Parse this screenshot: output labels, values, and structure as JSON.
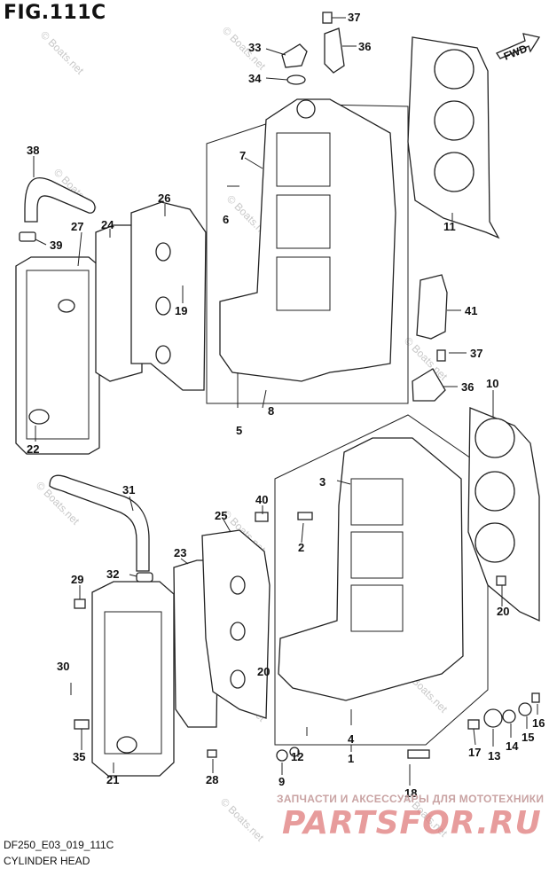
{
  "figure": {
    "title": "FIG.111C"
  },
  "footer": {
    "code": "DF250_E03_019_111C",
    "title": "CYLINDER HEAD"
  },
  "orientation": {
    "label": "FWD"
  },
  "watermarks": {
    "boats": "© Boats.net",
    "tagline": "ЗАПЧАСТИ И АКСЕССУАРЫ ДЛЯ МОТОТЕХНИКИ",
    "brand": "PARTSFOR.RU"
  },
  "callouts": {
    "c1": "1",
    "c2": "2",
    "c3": "3",
    "c4": "4",
    "c5": "5",
    "c6": "6",
    "c7": "7",
    "c8": "8",
    "c9": "9",
    "c10": "10",
    "c11": "11",
    "c12": "12",
    "c13": "13",
    "c14": "14",
    "c15": "15",
    "c16": "16",
    "c17": "17",
    "c18": "18",
    "c19": "19",
    "c20a": "20",
    "c20b": "20",
    "c21": "21",
    "c22": "22",
    "c23": "23",
    "c24": "24",
    "c25": "25",
    "c26": "26",
    "c27": "27",
    "c28": "28",
    "c29": "29",
    "c30": "30",
    "c32": "32",
    "c33": "33",
    "c34": "34",
    "c35": "35",
    "c36a": "36",
    "c36b": "36",
    "c37a": "37",
    "c37b": "37",
    "c38": "38",
    "c39": "39",
    "c40": "40",
    "c41": "41",
    "c31": "31"
  }
}
